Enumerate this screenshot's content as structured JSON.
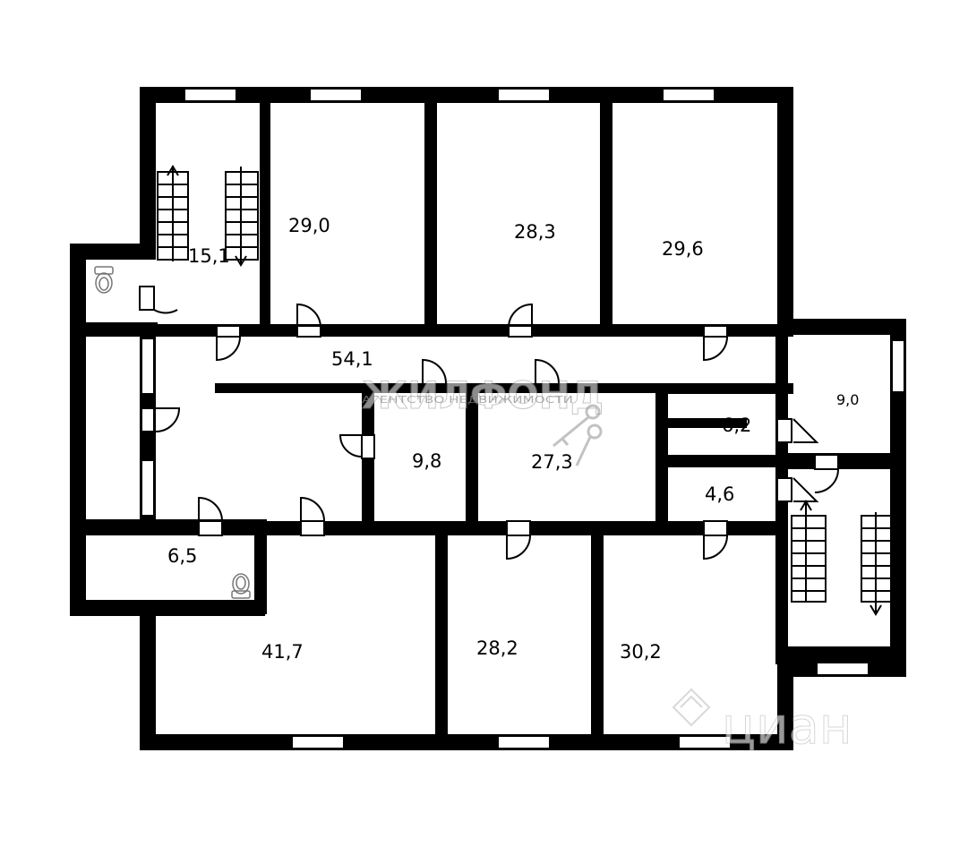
{
  "rooms": [
    {
      "id": "r1",
      "area": "15,1"
    },
    {
      "id": "r2",
      "area": "29,0"
    },
    {
      "id": "r3",
      "area": "28,3"
    },
    {
      "id": "r4",
      "area": "29,6"
    },
    {
      "id": "r5",
      "area": "54,1"
    },
    {
      "id": "r6",
      "area": "9,0"
    },
    {
      "id": "r7",
      "area": "6,2"
    },
    {
      "id": "r8",
      "area": "9,8"
    },
    {
      "id": "r9",
      "area": "27,3"
    },
    {
      "id": "r10",
      "area": "4,6"
    },
    {
      "id": "r11",
      "area": "6,5"
    },
    {
      "id": "r12",
      "area": "41,7"
    },
    {
      "id": "r13",
      "area": "28,2"
    },
    {
      "id": "r14",
      "area": "30,2"
    }
  ],
  "watermark": {
    "brand": "ЖИЛФОНД",
    "tagline": "АГЕНТСТВО НЕДВИЖИМОСТИ",
    "site": "циан"
  },
  "colors": {
    "wall": "#000000",
    "background": "#ffffff",
    "watermark": "#9a9a9a"
  }
}
